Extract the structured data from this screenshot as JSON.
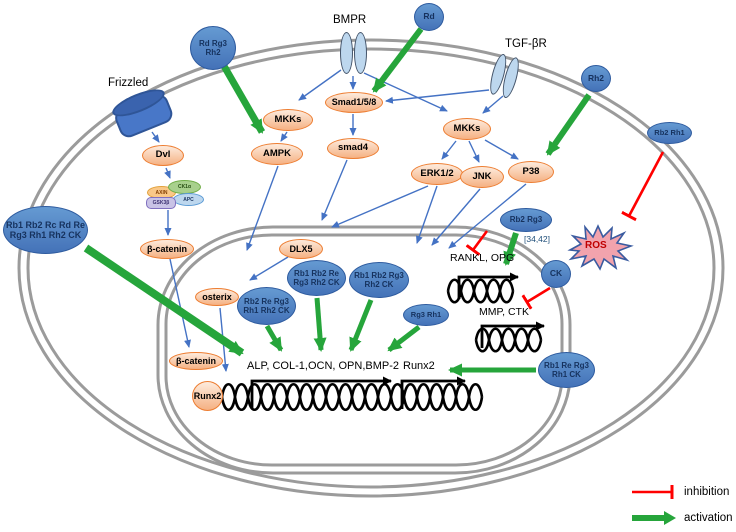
{
  "receptors": {
    "frizzled": "Frizzled",
    "bmpr": "BMPR",
    "tgfbr": "TGF-βR"
  },
  "ginsenosides": {
    "rd_rg3_rh2": "Rd Rg3 Rh2",
    "rd": "Rd",
    "rh2": "Rh2",
    "rb2_rh1": "Rb2 Rh1",
    "rb1_big": "Rb1 Rb2 Rc Rd Re Rg3 Rh1 Rh2 CK",
    "rb2_rg3": "Rb2 Rg3",
    "ck": "CK",
    "rb2_re_rg3_rh1_rh2_ck": "Rb2 Re Rg3 Rh1 Rh2 CK",
    "rb1_rb2_re_rg3_rh2_ck": "Rb1 Rb2 Re Rg3 Rh2 CK",
    "rb1_rb2_rg3_rh2_ck": "Rb1 Rb2 Rg3 Rh2 CK",
    "rg3_rh1": "Rg3 Rh1",
    "rb1_re_rg3_rh1_ck": "Rb1 Re Rg3 Rh1 CK"
  },
  "proteins": {
    "dvl": "Dvl",
    "axin": "AXIN",
    "ck1a": "CK1α",
    "apc": "APC",
    "gsk3b": "GSK3β",
    "beta_catenin_1": "β-catenin",
    "beta_catenin_2": "β-catenin",
    "mkks_left": "MKKs",
    "ampk": "AMPK",
    "smad158": "Smad1/5/8",
    "smad4": "smad4",
    "mkks_right": "MKKs",
    "erk12": "ERK1/2",
    "jnk": "JNK",
    "p38": "P38",
    "dlx5": "DLX5",
    "osterix": "osterix",
    "runx2": "Runx2",
    "ros": "ROS"
  },
  "genes": {
    "rankl_opg": "RANKL, OPG",
    "mmp_ctk": "MMP, CTK",
    "osteogenic": "ALP, COL-1,OCN, OPN,BMP-2",
    "runx2": "Runx2"
  },
  "annotations": {
    "citation": "[34,42]"
  },
  "legend": {
    "inhibition": "inhibition",
    "activation": "activation"
  },
  "colors": {
    "activation_green": "#26A53B",
    "inhibition_red": "#FF0000",
    "node_blue": "#4D82C4",
    "node_orange": "#F8CBAD",
    "membrane_gray": "#9B9B9B",
    "connector_blue": "#4472C4",
    "ros_fill": "#F2A3AD"
  }
}
